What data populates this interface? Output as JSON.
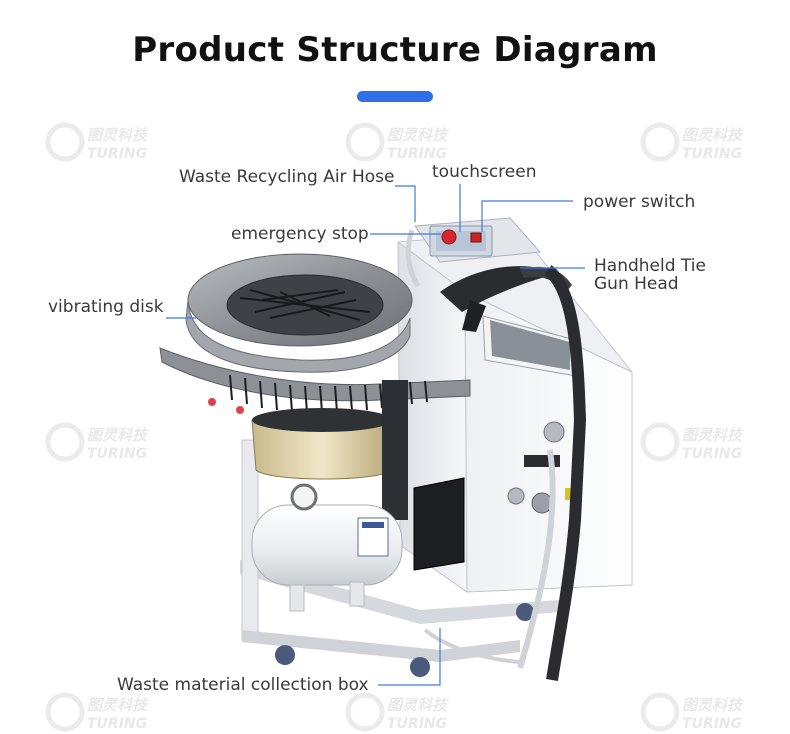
{
  "title": "Product Structure Diagram",
  "accent_color": "#2f6fe8",
  "callout_line_color": "#3d7ae0",
  "labels": {
    "waste_hose": "Waste Recycling Air Hose",
    "touchscreen": "touchscreen",
    "power_switch": "power switch",
    "emergency_stop": "emergency stop",
    "handheld_head_line1": "Handheld Tie",
    "handheld_head_line2": "Gun Head",
    "vibrating_disk": "vibrating disk",
    "waste_box": "Waste material collection box"
  },
  "watermark": {
    "cn": "图灵科技",
    "en": "TURING"
  }
}
